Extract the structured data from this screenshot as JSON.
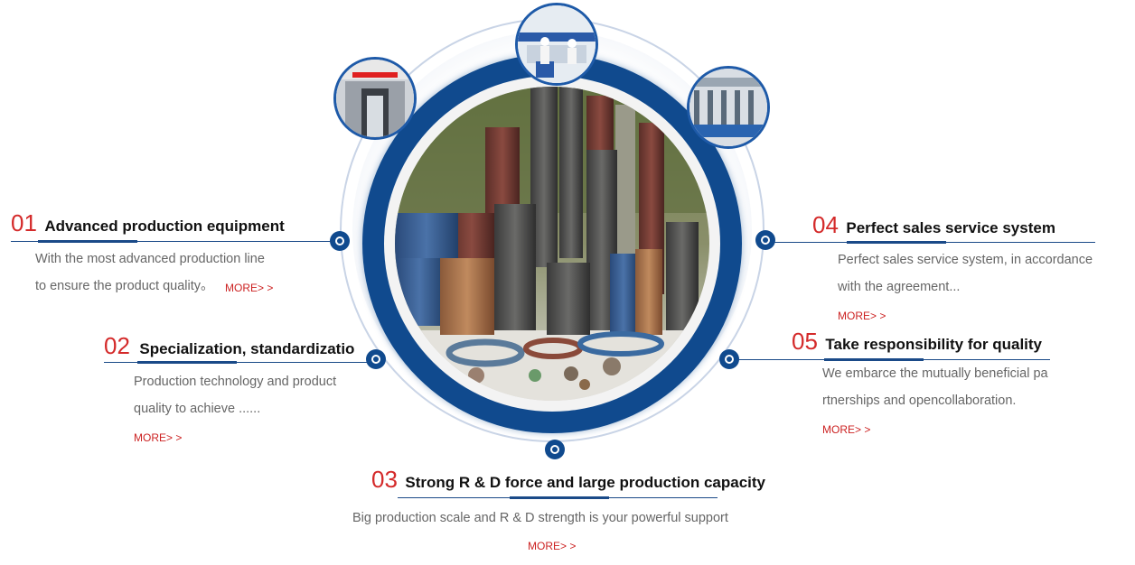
{
  "features": [
    {
      "number": "01",
      "title": "Advanced production equipment",
      "desc_line1": "With the most advanced production line",
      "desc_line2": "to ensure the product quality。",
      "more": "MORE> >"
    },
    {
      "number": "02",
      "title": "Specialization, standardizatio",
      "desc_line1": "Production technology and product",
      "desc_line2": "quality to achieve ......",
      "more": "MORE> >"
    },
    {
      "number": "03",
      "title": "Strong R & D force and large production capacity",
      "desc_line1": "Big production scale and R & D strength is your powerful support",
      "more": "MORE> >"
    },
    {
      "number": "04",
      "title": "Perfect sales service system",
      "desc_line1": "Perfect sales service system, in accordance",
      "desc_line2": "with the agreement...",
      "more": "MORE> >"
    },
    {
      "number": "05",
      "title": "Take responsibility for quality",
      "desc_line1": "We embarce the mutually beneficial pa",
      "desc_line2": "rtnerships and opencollaboration.",
      "more": "MORE> >"
    }
  ],
  "colors": {
    "accent_blue": "#104a8e",
    "number_red": "#d42a2a",
    "more_red": "#cc2222",
    "desc_gray": "#666666"
  }
}
